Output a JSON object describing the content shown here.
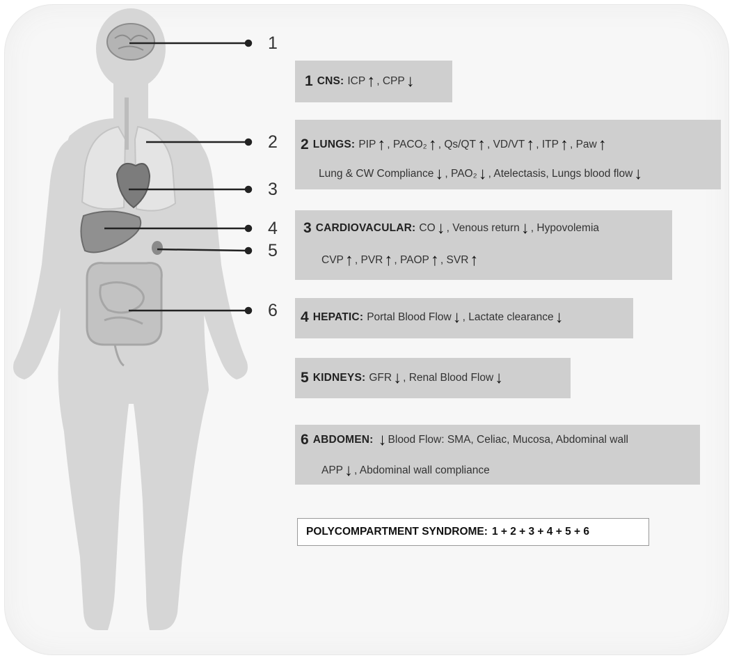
{
  "callout_numbers": [
    "1",
    "2",
    "3",
    "4",
    "5",
    "6"
  ],
  "boxes": {
    "cns": {
      "num": "1",
      "head": "CNS:",
      "t1": "ICP",
      "a1": "↑",
      "t2": ", CPP",
      "a2": "↓"
    },
    "lungs": {
      "num": "2",
      "head": "LUNGS:",
      "l1": {
        "t1": "PIP",
        "a1": "↑",
        "t2": ", PACO₂",
        "a2": "↑",
        "t3": ", Qs/QT",
        "a3": "↑",
        "t4": ", VD/VT",
        "a4": "↑",
        "t5": ", ITP",
        "a5": "↑",
        "t6": ", Paw",
        "a6": "↑"
      },
      "l2": {
        "t1": "Lung & CW Compliance",
        "a1": "↓",
        "t2": ", PAO₂",
        "a2": "↓",
        "t3": ", Atelectasis, Lungs blood flow",
        "a3": "↓"
      }
    },
    "cardio": {
      "num": "3",
      "head": "CARDIOVACULAR:",
      "l1": {
        "t1": "CO",
        "a1": "↓",
        "t2": ", Venous return",
        "a2": "↓",
        "t3": ", Hypovolemia"
      },
      "l2": {
        "t1": "CVP",
        "a1": "↑",
        "t2": ", PVR",
        "a2": "↑",
        "t3": ", PAOP",
        "a3": "↑",
        "t4": ", SVR",
        "a4": "↑"
      }
    },
    "hepatic": {
      "num": "4",
      "head": "HEPATIC:",
      "t1": "Portal Blood Flow",
      "a1": "↓",
      "t2": ", Lactate clearance",
      "a2": "↓"
    },
    "kidneys": {
      "num": "5",
      "head": "KIDNEYS:",
      "t1": "GFR",
      "a1": "↓",
      "t2": ", Renal Blood Flow",
      "a2": "↓"
    },
    "abdomen": {
      "num": "6",
      "head": "ABDOMEN:",
      "l1": {
        "a1": "↓",
        "t1": "Blood Flow: SMA, Celiac, Mucosa, Abdominal wall"
      },
      "l2": {
        "t1": "APP",
        "a1": "↓",
        "t2": ", Abdominal wall compliance"
      }
    }
  },
  "poly": {
    "label": "POLYCOMPARTMENT SYNDROME:",
    "value": "1 + 2 + 3 + 4 + 5 + 6"
  }
}
